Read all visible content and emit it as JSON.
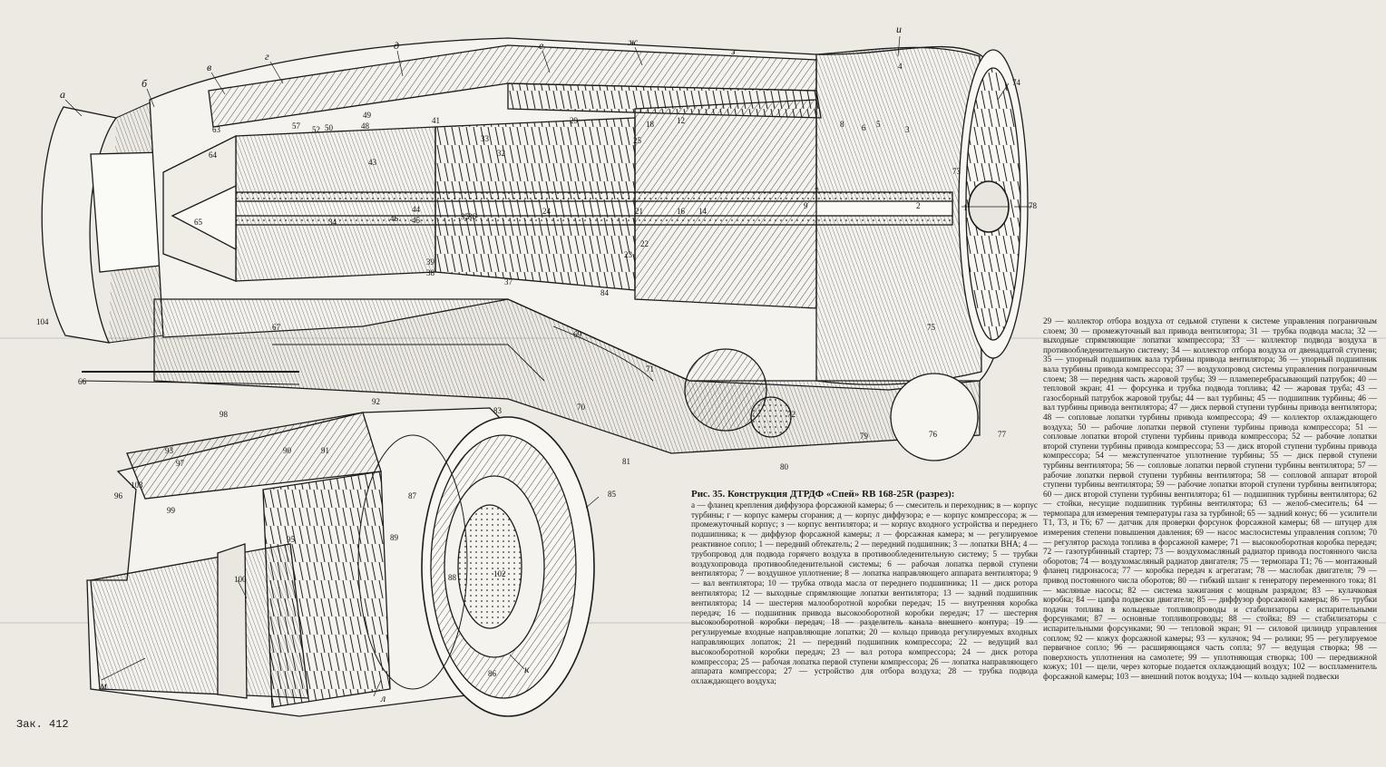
{
  "caption": {
    "title": "Рис. 35. Конструкция ДТРДФ «Спей» RB 168-25R (разрез):",
    "text": "а — фланец крепления диффузора форсажной камеры; б — смеситель и переходник; в — корпус турбины; г — корпус камеры сгорания; д — корпус диффузора; е — корпус компрессора; ж — промежуточный корпус; з — корпус вентилятора; и — корпус входного устройства и переднего подшипника; к — диффузор форсажной камеры; л — форсажная камера; м — регулируемое реактивное сопло; 1 — передний обтекатель; 2 — передний подшипник; 3 — лопатки ВНА; 4 — трубопровод для подвода горячего воздуха в противообледенительную систему; 5 — трубки воздухопровода противообледенительной системы; 6 — рабочая лопатка первой ступени вентилятора; 7 — воздушное уплотнение; 8 — лопатка направляющего аппарата вентилятора; 9 — вал вентилятора; 10 — трубка отвода масла от переднего подшипника; 11 — диск ротора вентилятора; 12 — выходные спрямляющие лопатки вентилятора; 13 — задний подшипник вентилятора; 14 — шестерня малооборотной коробки передач; 15 — внутренняя коробка передач; 16 — подшипник привода высокооборотной коробки передач; 17 — шестерня высокооборотной коробки передач; 18 — разделитель канала внешнего контура; 19 — регулируемые входные направляющие лопатки; 20 — кольцо привода регулируемых входных направляющих лопаток; 21 — передний подшипник компрессора; 22 — ведущий вал высокооборотной коробки передач; 23 — вал ротора компрессора; 24 — диск ротора компрессора; 25 — рабочая лопатка первой ступени компрессора; 26 — лопатка направляющего аппарата компрессора; 27 — устройство для отбора воздуха; 28 — трубка подвода охлаждающего воздуха;"
  },
  "legend_continued": "29 — коллектор отбора воздуха от седьмой ступени к системе управления пограничным слоем; 30 — промежуточный вал привода вентилятора; 31 — трубка подвода масла; 32 — выходные спрямляющие лопатки компрессора; 33 — коллектор подвода воздуха в противообледенительную систему; 34 — коллектор отбора воздуха от двенадцатой ступени; 35 — упорный подшипник вала турбины привода вентилятора; 36 — упорный подшипник вала турбины привода компрессора; 37 — воздухопровод системы управления пограничным слоем; 38 — передняя часть жаровой трубы; 39 — пламеперебрасывающий патрубок; 40 — тепловой экран; 41 — форсунка и трубка подвода топлива; 42 — жаровая труба; 43 — газосборный патрубок жаровой трубы; 44 — вал турбины; 45 — подшипник турбины; 46 — вал турбины привода вентилятора; 47 — диск первой ступени турбины привода вентилятора; 48 — сопловые лопатки турбины привода компрессора; 49 — коллектор охлаждающего воздуха; 50 — рабочие лопатки первой ступени турбины привода компрессора; 51 — сопловые лопатки второй ступени турбины привода компрессора; 52 — рабочие лопатки второй ступени турбины привода компрессора; 53 — диск второй ступени турбины привода компрессора; 54 — межступенчатое уплотнение турбины; 55 — диск первой ступени турбины вентилятора; 56 — сопловые лопатки первой ступени турбины вентилятора; 57 — рабочие лопатки первой ступени турбины вентилятора; 58 — сопловой аппарат второй ступени турбины вентилятора; 59 — рабочие лопатки второй ступени турбины вентилятора; 60 — диск второй ступени турбины вентилятора; 61 — подшипник турбины вентилятора; 62 — стойки, несущие подшипник турбины вентилятора; 63 — желоб-смеситель; 64 — термопара для измерения температуры газа за турбиной; 65 — задний конус; 66 — усилители T1, T3, и T6; 67 — датчик для проверки форсунок форсажной камеры; 68 — штуцер для измерения степени повышения давления; 69 — насос маслосистемы управления соплом; 70 — регулятор расхода топлива в форсажной камере; 71 — высокооборотная коробка передач; 72 — газотурбинный стартер; 73 — воздухомасляный радиатор привода постоянного числа оборотов; 74 — воздухомасляный радиатор двигателя; 75 — термопара T1; 76 — монтажный фланец гидронасоса; 77 — коробка передач к агрегатам; 78 — маслобак двигателя; 79 — привод постоянного числа оборотов; 80 — гибкий шланг к генератору переменного тока; 81 — масляные насосы; 82 — система зажигания с мощным разрядом; 83 — кулачковая коробка; 84 — цапфа подвески двигателя; 85 — диффузор форсажной камеры; 86 — трубки подачи топлива в кольцевые топливопроводы и стабилизаторы с испарительными форсунками; 87 — основные топливопроводы; 88 — стойка; 89 — стабилизаторы с испарительными форсунками; 90 — тепловой экран; 91 — силовой цилиндр управления соплом; 92 — кожух форсажной камеры; 93 — кулачок; 94 — ролики; 95 — регулируемое первичное сопло; 96 — расширяющаяся часть сопла; 97 — ведущая створка; 98 — поверхность уплотнения на самолете; 99 — уплотняющая створка; 100 — передвижной кожух; 101 — щели, через которые подается охлаждающий воздух; 102 — воспламенитель форсажной камеры; 103 — внешний поток воздуха; 104 — кольцо задней подвески",
  "order_number": "Зак. 412",
  "letter_labels": [
    "а",
    "б",
    "в",
    "г",
    "д",
    "е",
    "ж",
    "з",
    "и",
    "к",
    "л",
    "м"
  ],
  "number_labels_upper": [
    "74",
    "78",
    "4",
    "3",
    "5",
    "6",
    "8",
    "12",
    "18",
    "25",
    "29",
    "33",
    "32",
    "41",
    "49",
    "48",
    "43",
    "57",
    "52",
    "50",
    "63",
    "64",
    "65",
    "34",
    "45",
    "44",
    "46",
    "35",
    "36",
    "24",
    "21",
    "16",
    "14",
    "9",
    "7",
    "2",
    "1",
    "73",
    "22",
    "23",
    "38",
    "39",
    "37",
    "84",
    "69",
    "67",
    "104",
    "66",
    "75",
    "77",
    "76",
    "79",
    "72",
    "71",
    "70",
    "81",
    "80",
    "83",
    "92"
  ],
  "number_labels_lower": [
    "98",
    "93",
    "97",
    "96",
    "103",
    "99",
    "90",
    "91",
    "85",
    "87",
    "89",
    "88",
    "102",
    "95",
    "100",
    "86"
  ],
  "colors": {
    "paper": "#eceae3",
    "ink": "#1b1b1b"
  }
}
